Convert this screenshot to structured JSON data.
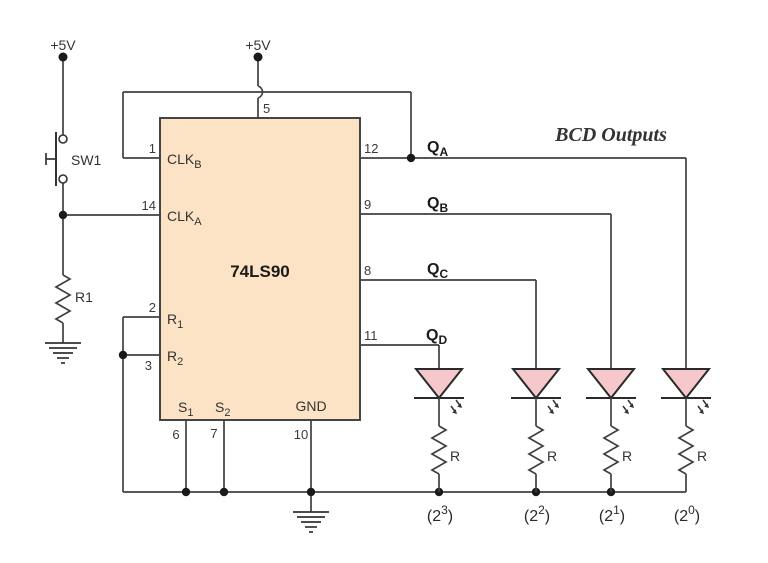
{
  "colors": {
    "wire": "#404040",
    "ic_fill": "#fce3c5",
    "ic_border": "#444444",
    "led_fill": "#f6c7cb",
    "note_red": "#fb0a0a",
    "dot": "#1a1a1a"
  },
  "power_labels": {
    "left": "+5V",
    "top": "+5V"
  },
  "switch": {
    "label": "SW1"
  },
  "pullup_resistor": {
    "label": "R1"
  },
  "ic": {
    "name": "74LS90",
    "left_pins": [
      {
        "num": "1",
        "name": "CLK",
        "sub": "B"
      },
      {
        "num": "14",
        "name": "CLK",
        "sub": "A"
      },
      {
        "num": "2",
        "name": "R",
        "sub": "1"
      },
      {
        "num": "3",
        "name": "R",
        "sub": "2"
      }
    ],
    "top_pins": [
      {
        "num": "5"
      }
    ],
    "right_pins": [
      {
        "num": "12"
      },
      {
        "num": "9"
      },
      {
        "num": "8"
      },
      {
        "num": "11"
      }
    ],
    "bottom_pins": [
      {
        "num": "6",
        "name": "S",
        "sub": "1"
      },
      {
        "num": "7",
        "name": "S",
        "sub": "2"
      },
      {
        "num": "10",
        "name": "GND"
      }
    ]
  },
  "outputs": [
    {
      "name": "Q",
      "sub": "A"
    },
    {
      "name": "Q",
      "sub": "B"
    },
    {
      "name": "Q",
      "sub": "C"
    },
    {
      "name": "Q",
      "sub": "D"
    }
  ],
  "note": {
    "text": "BCD Outputs"
  },
  "led_columns": [
    {
      "resistor": "R",
      "w_prefix": "(2",
      "w_exp": "3",
      "w_suffix": ")"
    },
    {
      "resistor": "R",
      "w_prefix": "(2",
      "w_exp": "2",
      "w_suffix": ")"
    },
    {
      "resistor": "R",
      "w_prefix": "(2",
      "w_exp": "1",
      "w_suffix": ")"
    },
    {
      "resistor": "R",
      "w_prefix": "(2",
      "w_exp": "0",
      "w_suffix": ")"
    }
  ]
}
